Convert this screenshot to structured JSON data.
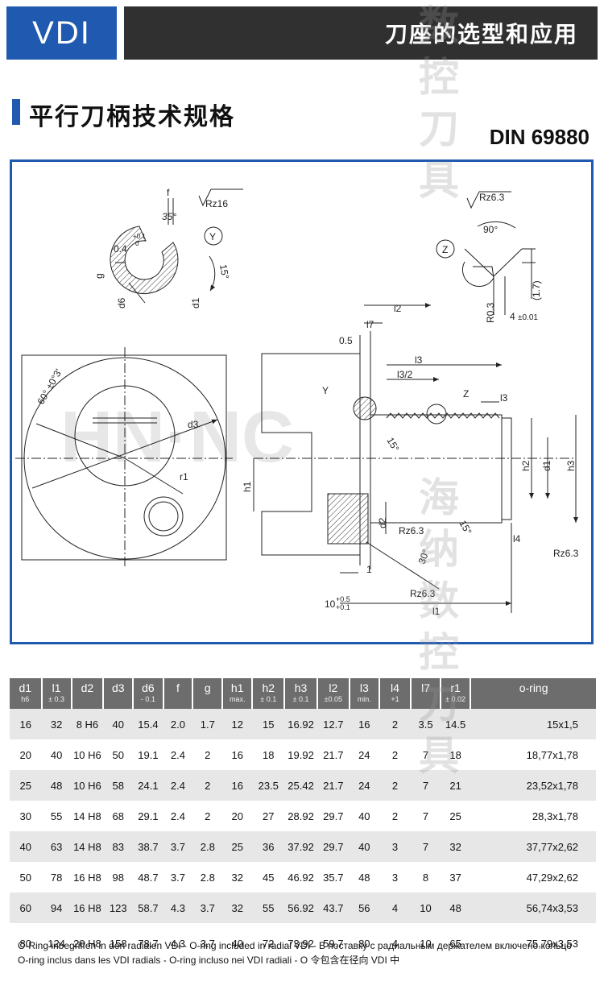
{
  "header": {
    "badge": "VDI",
    "title": "刀座的选型和应用"
  },
  "section": {
    "title": "平行刀柄技术规格",
    "standard": "DIN 69880"
  },
  "watermark": {
    "center": "HN·NC",
    "column_top": [
      "数",
      "控",
      "刀",
      "具"
    ],
    "column_bottom": [
      "海",
      "纳",
      "数",
      "控",
      "刀",
      "具"
    ]
  },
  "diagram": {
    "labels": {
      "f": "f",
      "rz16": "Rz16",
      "ang35": "35°",
      "Y": "Y",
      "tol01": "+0.1",
      "zero": "0",
      "v04": "0.4",
      "g": "g",
      "d6": "d6",
      "d1a": "d1",
      "ang15a": "15°",
      "rz63a": "Rz6.3",
      "ang90": "90°",
      "Z": "Z",
      "v17": "(1.7)",
      "r03": "R0.3",
      "v4": "4",
      "tol001": "±0.01",
      "l2": "l2",
      "l7": "l7",
      "v05": "0.5",
      "l3": "l3",
      "l3half": "l3/2",
      "Yref": "Y",
      "Zref": "Z",
      "l3b": "l3",
      "ang60": "60° ±0°3'",
      "d3": "d3",
      "r1": "r1",
      "ang15b": "15°",
      "h2": "h2",
      "d1b": "d1",
      "h3": "h3",
      "h1": "h1",
      "d2": "d2",
      "rz63b": "Rz6.3",
      "ang15c": "15°",
      "l4": "l4",
      "rz63c": "Rz6.3",
      "ang30": "30°",
      "one": "1",
      "rz63d": "Rz6.3",
      "v10": "10",
      "tol05": "+0.5",
      "tol01b": "+0.1",
      "l1": "l1"
    }
  },
  "table": {
    "headers": [
      {
        "sym": "d1",
        "tol": "h6"
      },
      {
        "sym": "l1",
        "tol": "± 0.3"
      },
      {
        "sym": "d2",
        "tol": ""
      },
      {
        "sym": "d3",
        "tol": ""
      },
      {
        "sym": "d6",
        "tol": "- 0.1"
      },
      {
        "sym": "f",
        "tol": ""
      },
      {
        "sym": "g",
        "tol": ""
      },
      {
        "sym": "h1",
        "tol": "max."
      },
      {
        "sym": "h2",
        "tol": "± 0.1"
      },
      {
        "sym": "h3",
        "tol": "± 0.1"
      },
      {
        "sym": "l2",
        "tol": "±0.05"
      },
      {
        "sym": "l3",
        "tol": "min."
      },
      {
        "sym": "l4",
        "tol": "+1"
      },
      {
        "sym": "l7",
        "tol": ""
      },
      {
        "sym": "r1",
        "tol": "± 0.02"
      },
      {
        "sym": "o-ring",
        "tol": ""
      }
    ],
    "rows": [
      [
        "16",
        "32",
        "8 H6",
        "40",
        "15.4",
        "2.0",
        "1.7",
        "12",
        "15",
        "16.92",
        "12.7",
        "16",
        "2",
        "3.5",
        "14.5",
        "15x1,5"
      ],
      [
        "20",
        "40",
        "10 H6",
        "50",
        "19.1",
        "2.4",
        "2",
        "16",
        "18",
        "19.92",
        "21.7",
        "24",
        "2",
        "7",
        "18",
        "18,77x1,78"
      ],
      [
        "25",
        "48",
        "10 H6",
        "58",
        "24.1",
        "2.4",
        "2",
        "16",
        "23.5",
        "25.42",
        "21.7",
        "24",
        "2",
        "7",
        "21",
        "23,52x1,78"
      ],
      [
        "30",
        "55",
        "14 H8",
        "68",
        "29.1",
        "2.4",
        "2",
        "20",
        "27",
        "28.92",
        "29.7",
        "40",
        "2",
        "7",
        "25",
        "28,3x1,78"
      ],
      [
        "40",
        "63",
        "14 H8",
        "83",
        "38.7",
        "3.7",
        "2.8",
        "25",
        "36",
        "37.92",
        "29.7",
        "40",
        "3",
        "7",
        "32",
        "37,77x2,62"
      ],
      [
        "50",
        "78",
        "16 H8",
        "98",
        "48.7",
        "3.7",
        "2.8",
        "32",
        "45",
        "46.92",
        "35.7",
        "48",
        "3",
        "8",
        "37",
        "47,29x2,62"
      ],
      [
        "60",
        "94",
        "16 H8",
        "123",
        "58.7",
        "4.3",
        "3.7",
        "32",
        "55",
        "56.92",
        "43.7",
        "56",
        "4",
        "10",
        "48",
        "56,74x3,53"
      ],
      [
        "80",
        "124",
        "20 H8",
        "158",
        "78.7",
        "4.3",
        "3.7",
        "40",
        "72",
        "73.92",
        "59.7",
        "80",
        "4",
        "10",
        "65",
        "75,79x3,53"
      ]
    ]
  },
  "footnote": {
    "line1": "O-Ring inbegriffen in den radialen VDI  -  O-ring included in radial VDI  -  В поставку с радиальным держателем включено кольцо",
    "line2": "O-ring inclus dans les VDI radials  -  O-ring incluso nei VDI radiali  -  O 令包含在径向 VDI 中"
  }
}
